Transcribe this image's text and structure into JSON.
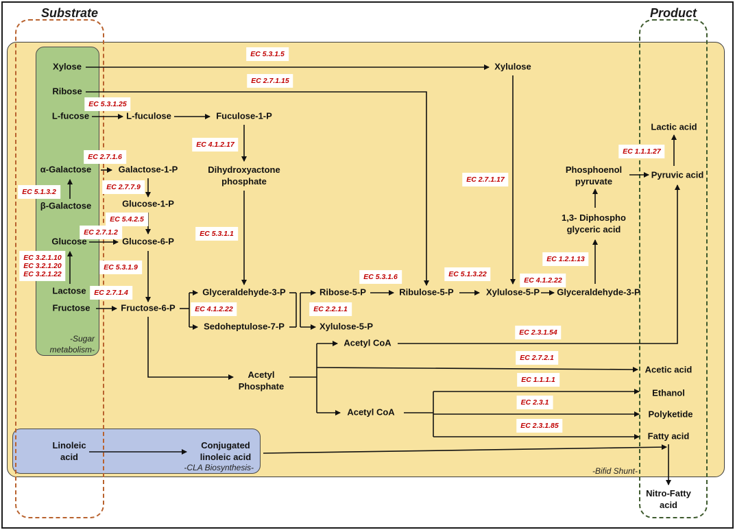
{
  "headers": {
    "substrate": "Substrate",
    "product": "Product"
  },
  "regions": {
    "sugar_line1": "-Sugar",
    "sugar_line2": "metabolism-",
    "cla": "-CLA Biosynthesis-",
    "bifid": "-Bifid Shunt-"
  },
  "metabolites": {
    "xylose": "Xylose",
    "ribose": "Ribose",
    "l_fucose": "L-fucose",
    "alpha_galactose": "α-Galactose",
    "beta_galactose": "β-Galactose",
    "glucose": "Glucose",
    "lactose": "Lactose",
    "fructose": "Fructose",
    "linoleic_line1": "Linoleic",
    "linoleic_line2": "acid",
    "xylulose": "Xylulose",
    "l_fuculose": "L-fuculose",
    "fuculose_1p": "Fuculose-1-P",
    "dhap_line1": "Dihydroxyactone",
    "dhap_line2": "phosphate",
    "galactose_1p": "Galactose-1-P",
    "glucose_1p": "Glucose-1-P",
    "glucose_6p": "Glucose-6-P",
    "fructose_6p": "Fructose-6-P",
    "g3p_1": "Glyceraldehyde-3-P",
    "sedoheptulose_7p": "Sedoheptulose-7-P",
    "ribose_5p": "Ribose-5-P",
    "xylulose_5p_a": "Xylulose-5-P",
    "ribulose_5p": "Ribulose-5-P",
    "xylulose_5p_b": "Xylulose-5-P",
    "g3p_2": "Glyceraldehyde-3-P",
    "dpg_line1": "1,3- Diphospho",
    "dpg_line2": "glyceric acid",
    "pep_line1": "Phosphoenol",
    "pep_line2": "pyruvate",
    "pyruvic_acid": "Pyruvic acid",
    "lactic_acid": "Lactic acid",
    "acetyl_coa_1": "Acetyl CoA",
    "acetyl_p_line1": "Acetyl",
    "acetyl_p_line2": "Phosphate",
    "acetyl_coa_2": "Acetyl CoA",
    "acetic_acid": "Acetic acid",
    "ethanol": "Ethanol",
    "polyketide": "Polyketide",
    "fatty_acid": "Fatty acid",
    "cla_line1": "Conjugated",
    "cla_line2": "linoleic acid",
    "nitro_line1": "Nitro-Fatty",
    "nitro_line2": "acid"
  },
  "enzymes": {
    "ec_5_3_1_5": "EC 5.3.1.5",
    "ec_2_7_1_15": "EC 2.7.1.15",
    "ec_5_3_1_25": "EC 5.3.1.25",
    "ec_4_1_2_17": "EC 4.1.2.17",
    "ec_2_7_1_6": "EC 2.7.1.6",
    "ec_2_7_7_9": "EC 2.7.7.9",
    "ec_5_1_3_2": "EC 5.1.3.2",
    "ec_5_4_2_5": "EC 5.4.2.5",
    "ec_2_7_1_2": "EC 2.7.1.2",
    "ec_3_2_1_10": "EC 3.2.1.10",
    "ec_3_2_1_20": "EC 3.2.1.20",
    "ec_3_2_1_22": "EC 3.2.1.22",
    "ec_5_3_1_9": "EC 5.3.1.9",
    "ec_2_7_1_4": "EC 2.7.1.4",
    "ec_5_3_1_1": "EC 5.3.1.1",
    "ec_4_1_2_22_a": "EC 4.1.2.22",
    "ec_2_2_1_1": "EC 2.2.1.1",
    "ec_5_3_1_6": "EC 5.3.1.6",
    "ec_5_1_3_22": "EC 5.1.3.22",
    "ec_4_1_2_22_b": "EC 4.1.2.22",
    "ec_2_7_1_17": "EC 2.7.1.17",
    "ec_1_2_1_13": "EC 1.2.1.13",
    "ec_1_1_1_27": "EC 1.1.1.27",
    "ec_2_3_1_54": "EC 2.3.1.54",
    "ec_2_7_2_1": "EC 2.7.2.1",
    "ec_1_1_1_1": "EC 1.1.1.1",
    "ec_2_3_1": "EC 2.3.1",
    "ec_2_3_1_85": "EC 2.3.1.85"
  }
}
